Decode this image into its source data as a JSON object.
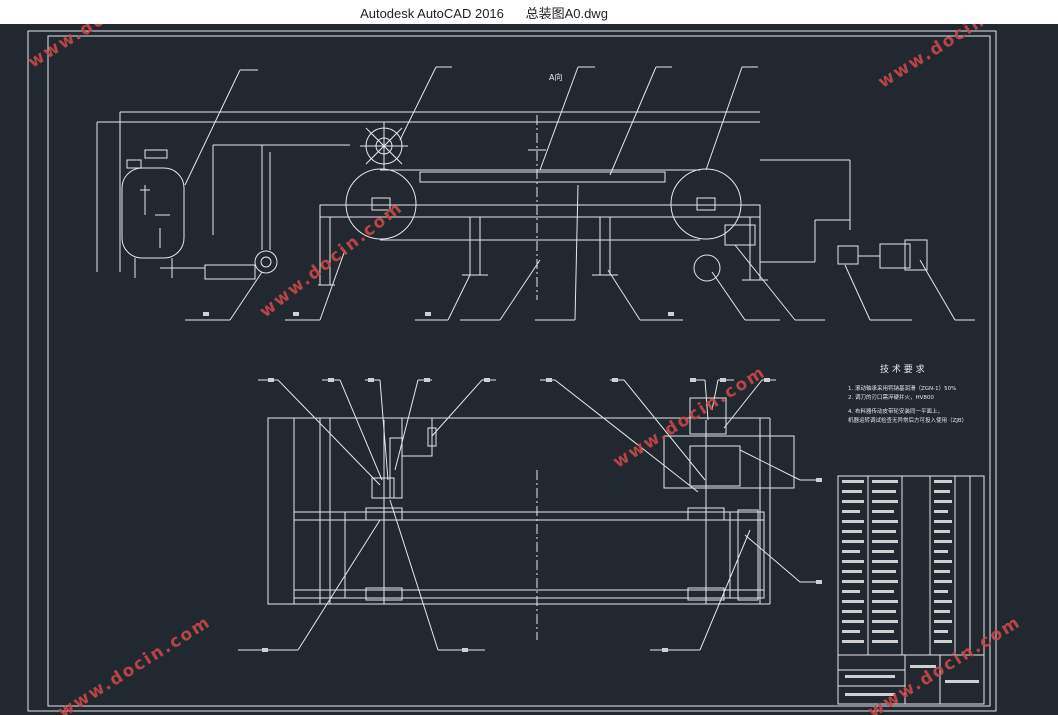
{
  "window": {
    "app_title": "Autodesk AutoCAD 2016",
    "file_name": "总装图A0.dwg"
  },
  "drawing": {
    "view_label": "A向",
    "tech_title": "技 术 要 求",
    "tech_lines": [
      "1.   滚动轴承采用钙钠基润滑（ZGN-1）50%",
      "2.   调刀的刃口需淬硬并火，HV800",
      "4.   布料器传动皮带轮安装同一平面上，",
      "      机器运转调试检查无异常后方可投入使用（ZJB）"
    ]
  },
  "watermarks": {
    "text": "www.docin.com"
  },
  "colors": {
    "canvas_bg": "#212830",
    "line": "#e6e6e6",
    "watermark": "#c8484a"
  }
}
